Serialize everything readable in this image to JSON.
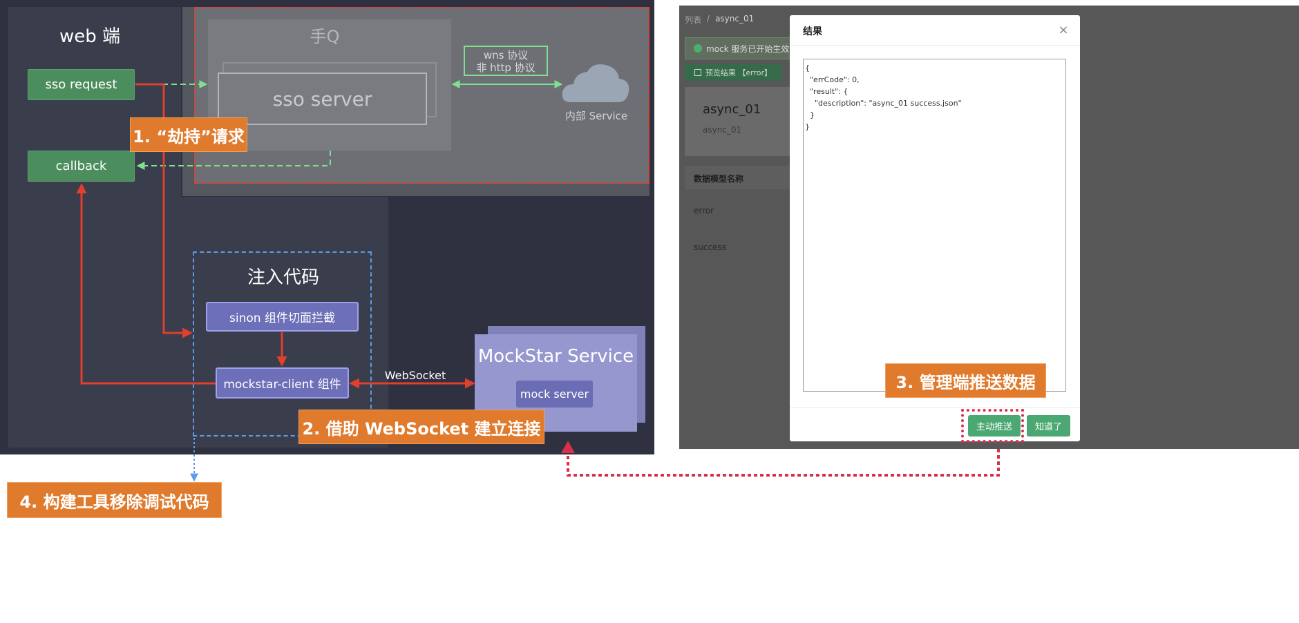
{
  "left": {
    "web_title": "web 端",
    "sq_title": "手Q",
    "sso_request": "sso request",
    "callback": "callback",
    "sso_server": "sso server",
    "wns_line1": "wns 协议",
    "wns_line2": "非 http 协议",
    "inner_service": "内部 Service",
    "inject_title": "注入代码",
    "sinon": "sinon 组件切面拦截",
    "mockstar_client": "mockstar-client 组件",
    "websocket": "WebSocket",
    "mockstar_service": "MockStar Service",
    "mock_server": "mock server"
  },
  "callouts": {
    "c1": "1. “劫持”请求",
    "c2": "2. 借助 WebSocket 建立连接",
    "c3": "3. 管理端推送数据",
    "c4": "4. 构建工具移除调试代码"
  },
  "right": {
    "breadcrumb_list": "列表",
    "breadcrumb_sep": "/",
    "breadcrumb_item": "async_01",
    "notice": "mock 服务已开始生效!",
    "preview_btn": "预览结果 【error】",
    "card_title": "async_01",
    "card_sub": "async_01",
    "table_header": "数据模型名称",
    "row1": "error",
    "row2": "success",
    "modal": {
      "title": "结果",
      "json": "{\n  \"errCode\": 0,\n  \"result\": {\n    \"description\": \"async_01 success.json\"\n  }\n}",
      "push_btn": "主动推送",
      "ok_btn": "知道了"
    }
  },
  "colors": {
    "dark_bg": "#2f3140",
    "panel_bg": "#3a3d4c",
    "red_arrow": "#e0402d",
    "green_arrow": "#7fe08f",
    "orange": "#e07a2c",
    "blue_box": "#6d6fb8",
    "modal_green": "#4ba872"
  }
}
